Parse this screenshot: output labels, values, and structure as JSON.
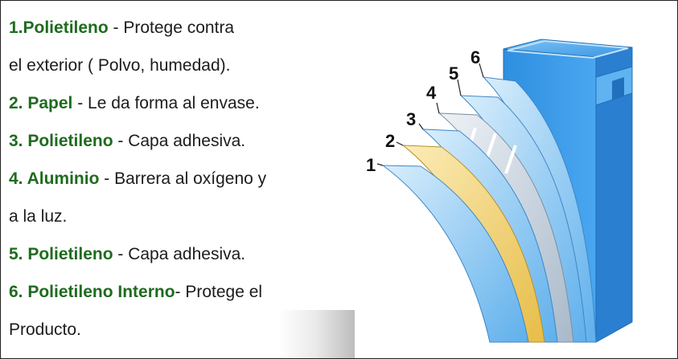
{
  "lines": [
    {
      "highlight": "1.Polietileno",
      "rest": " - Protege contra"
    },
    {
      "highlight": "",
      "rest": "el exterior ( Polvo, humedad)."
    },
    {
      "highlight": "2. Papel",
      "rest": " - Le da forma al envase."
    },
    {
      "highlight": "3. Polietileno",
      "rest": " - Capa adhesiva."
    },
    {
      "highlight": "4. Aluminio",
      "rest": " - Barrera al oxígeno y"
    },
    {
      "highlight": "",
      "rest": "a la luz."
    },
    {
      "highlight": "5. Polietileno",
      "rest": " - Capa adhesiva."
    },
    {
      "highlight": "6. Polietileno Interno",
      "rest": "- Protege el"
    },
    {
      "highlight": "",
      "rest": "Producto."
    }
  ],
  "layer_numbers": [
    "1",
    "2",
    "3",
    "4",
    "5",
    "6"
  ],
  "colors": {
    "highlight_text": "#1f6b1f",
    "carton_blue": "#2f8fe0",
    "paper_layer": "#f1d070",
    "aluminium_layer": "#b8c7d6"
  }
}
